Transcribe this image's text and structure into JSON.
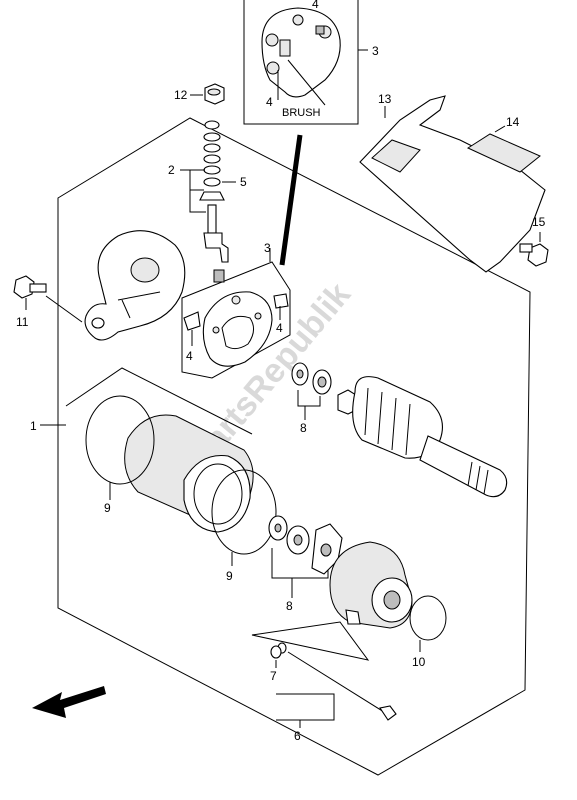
{
  "callouts": {
    "c1": "1",
    "c2": "2",
    "c3_inset": "3",
    "c3_main": "3",
    "c4_inset": "4",
    "c4_main_a": "4",
    "c4_main_b": "4",
    "c4_top": "4",
    "c5": "5",
    "c6": "6",
    "c7": "7",
    "c8_top": "8",
    "c8_bottom": "8",
    "c9_left": "9",
    "c9_mid": "9",
    "c10": "10",
    "c11": "11",
    "c12": "12",
    "c13": "13",
    "c14": "14",
    "c15": "15"
  },
  "inset_label": "BRUSH",
  "watermark": "PartsRepublik",
  "arrow_direction": "down-left"
}
